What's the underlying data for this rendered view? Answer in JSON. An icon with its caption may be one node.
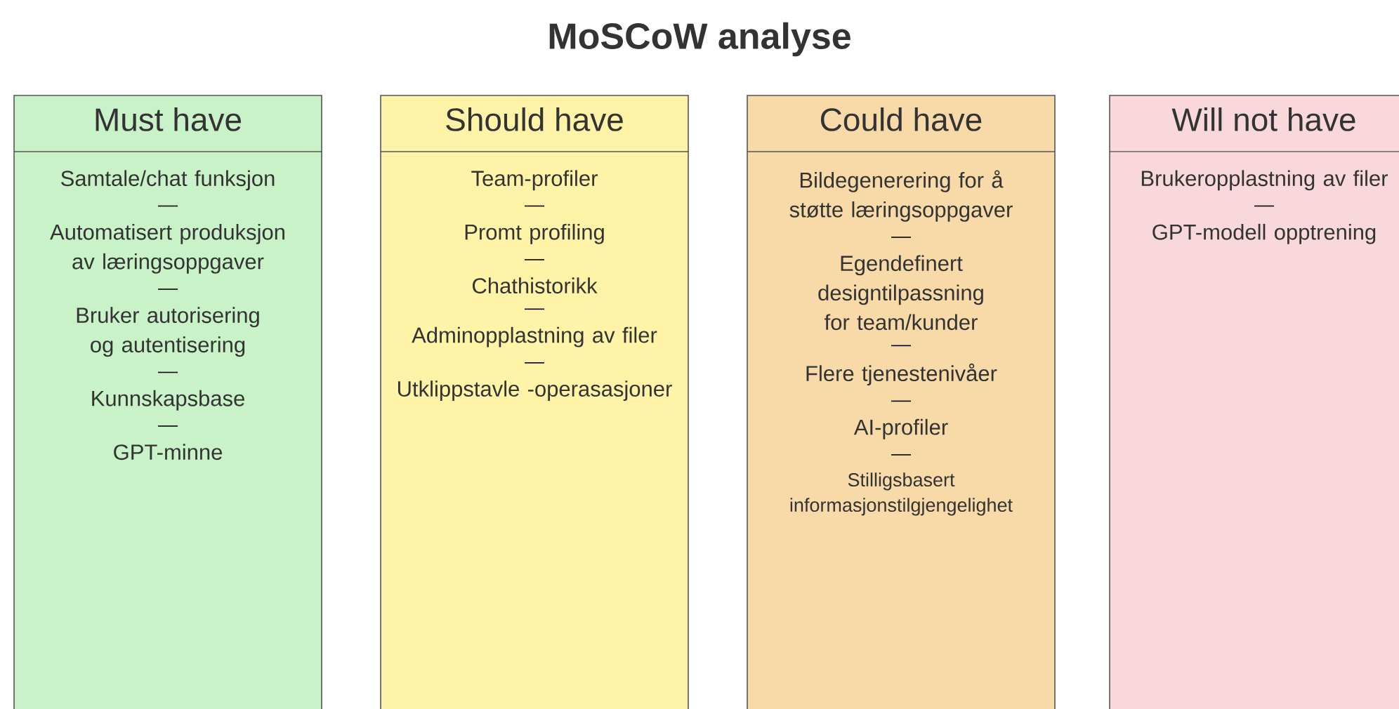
{
  "diagram": {
    "title": "MoSCoW analyse",
    "nodes": [
      {
        "text": [
          "Must have",
          "Samtale/chat funksjon",
          "Automatisert produksjon av læringsoppgaver",
          "Bruker autorisering og autentisering",
          "Kunnskapsbase",
          "GPT-minne"
        ]
      },
      {
        "text": [
          "Should have",
          "Team-profiler",
          "Promt profiling",
          "Chathistorikk",
          "Adminopplastning av filer",
          "Utklippstavle -operasasjoner"
        ]
      },
      {
        "text": [
          "Could have",
          "Bildegenerering for å støtte læringsoppgaver",
          "Egendefinert designtilpassning for team/kunder",
          "Flere tjenestenivåer",
          "AI-profiler",
          "Stilligsbasert informasjonstilgjengelighet"
        ]
      },
      {
        "text": [
          "Will not have",
          "Brukeropplastning av filer",
          "GPT-modell opptrening"
        ]
      }
    ]
  }
}
